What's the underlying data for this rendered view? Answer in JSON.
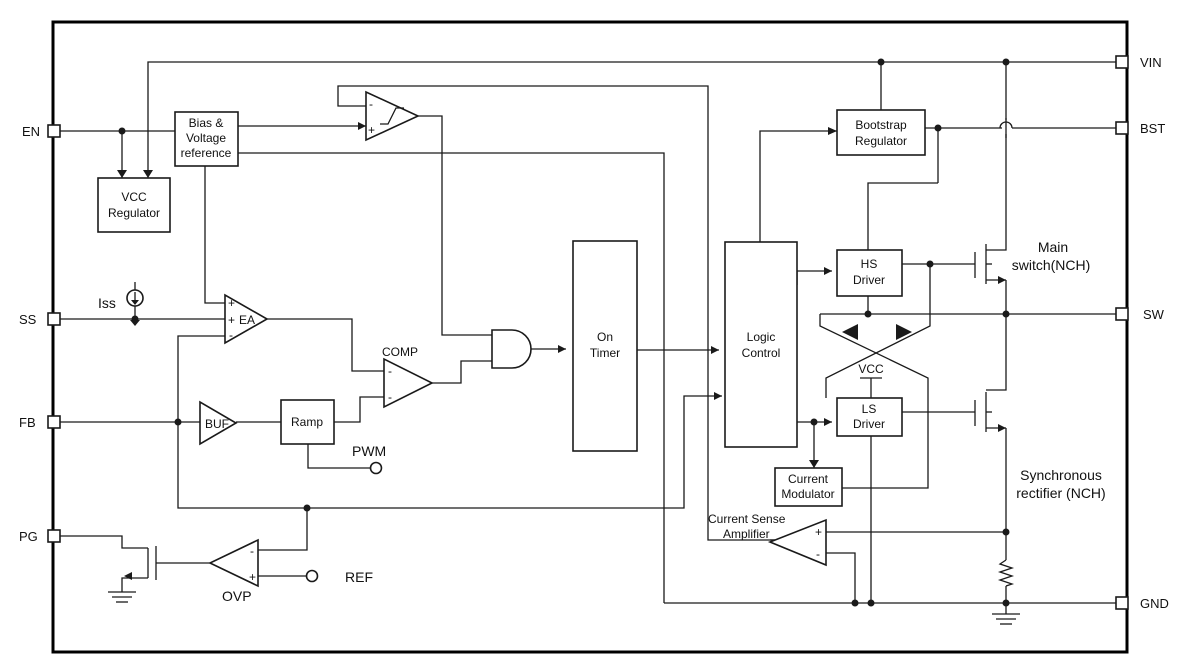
{
  "pins": {
    "en": "EN",
    "ss": "SS",
    "fb": "FB",
    "pg": "PG",
    "vin": "VIN",
    "bst": "BST",
    "sw": "SW",
    "gnd": "GND"
  },
  "blocks": {
    "bias": [
      "Bias &",
      "Voltage",
      "reference"
    ],
    "vcc_reg": [
      "VCC",
      "Regulator"
    ],
    "bootstrap": [
      "Bootstrap",
      "Regulator"
    ],
    "on_timer": [
      "On",
      "Timer"
    ],
    "logic": [
      "Logic",
      "Control"
    ],
    "hs_driver": [
      "HS",
      "Driver"
    ],
    "ls_driver": [
      "LS",
      "Driver"
    ],
    "current_mod": [
      "Current",
      "Modulator"
    ],
    "ramp": "Ramp"
  },
  "amps": {
    "ea": "EA",
    "buf": "BUF",
    "comp": "COMP",
    "ovp": "OVP",
    "csa": [
      "Current Sense",
      "Amplifier"
    ]
  },
  "labels": {
    "iss": "Iss",
    "pwm": "PWM",
    "ref": "REF",
    "vcc": "VCC",
    "main_switch": [
      "Main",
      "switch(NCH)"
    ],
    "sync_rect": [
      "Synchronous",
      "rectifier (NCH)"
    ],
    "plus": "+",
    "minus": "-"
  }
}
